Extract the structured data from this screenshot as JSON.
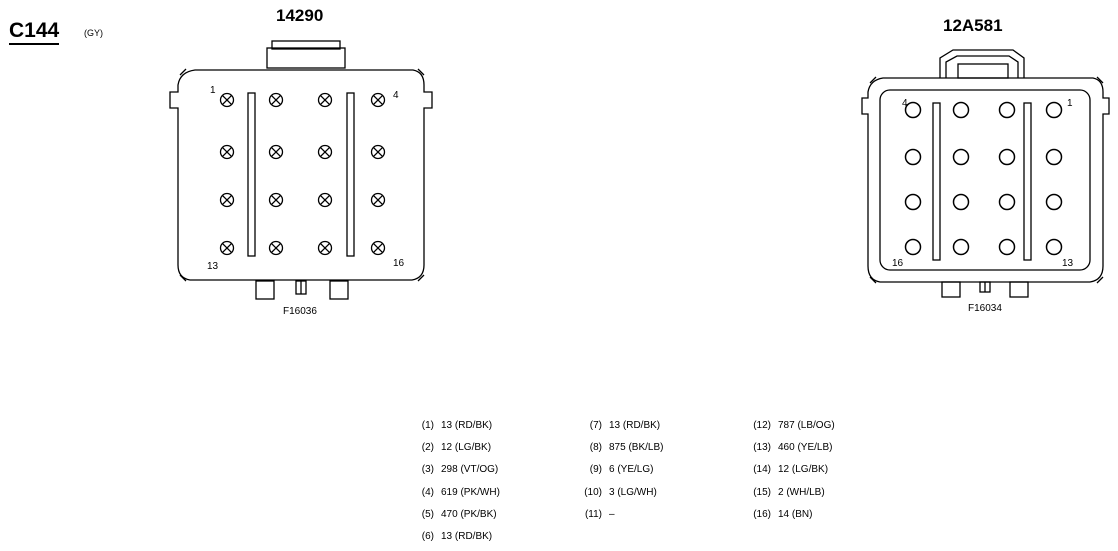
{
  "connector": {
    "id": "C144",
    "color_code": "(GY)"
  },
  "views": [
    {
      "part_number": "14290",
      "figure_ref": "F16036",
      "corner_labels": [
        "1",
        "4",
        "13",
        "16"
      ],
      "pin_style": "crossed"
    },
    {
      "part_number": "12A581",
      "figure_ref": "F16034",
      "corner_labels": [
        "4",
        "1",
        "16",
        "13"
      ],
      "pin_style": "open"
    }
  ],
  "pinout": [
    {
      "pin": "(1)",
      "circuit": "13 (RD/BK)"
    },
    {
      "pin": "(2)",
      "circuit": "12 (LG/BK)"
    },
    {
      "pin": "(3)",
      "circuit": "298 (VT/OG)"
    },
    {
      "pin": "(4)",
      "circuit": "619 (PK/WH)"
    },
    {
      "pin": "(5)",
      "circuit": "470 (PK/BK)"
    },
    {
      "pin": "(6)",
      "circuit": "13 (RD/BK)"
    },
    {
      "pin": "(7)",
      "circuit": "13 (RD/BK)"
    },
    {
      "pin": "(8)",
      "circuit": "875 (BK/LB)"
    },
    {
      "pin": "(9)",
      "circuit": "6 (YE/LG)"
    },
    {
      "pin": "(10)",
      "circuit": "3 (LG/WH)"
    },
    {
      "pin": "(11)",
      "circuit": "–"
    },
    {
      "pin": "(12)",
      "circuit": "787 (LB/OG)"
    },
    {
      "pin": "(13)",
      "circuit": "460 (YE/LB)"
    },
    {
      "pin": "(14)",
      "circuit": "12 (LG/BK)"
    },
    {
      "pin": "(15)",
      "circuit": "2 (WH/LB)"
    },
    {
      "pin": "(16)",
      "circuit": "14 (BN)"
    }
  ]
}
